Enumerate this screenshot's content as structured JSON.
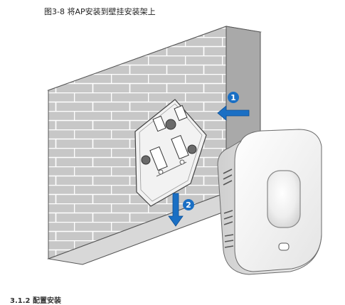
{
  "figure": {
    "caption": "图3-8 将AP安装到壁挂安装架上",
    "callouts": [
      {
        "number": "1"
      },
      {
        "number": "2"
      }
    ]
  },
  "footer": {
    "text": "3.1.2 配置安装"
  },
  "colors": {
    "accent_blue": "#1a6fc4",
    "wall_gray": "#c9c9c9",
    "mortar": "#ffffff"
  },
  "icons": [
    "arrow-right-icon",
    "arrow-down-icon"
  ]
}
